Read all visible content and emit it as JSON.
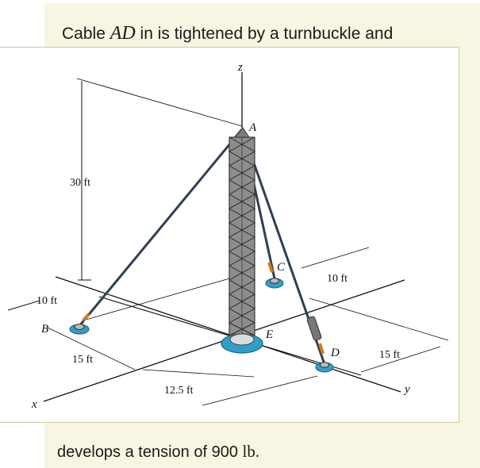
{
  "problem": {
    "top_prefix": "Cable ",
    "top_var": "AD",
    "top_suffix": " in is tightened by a turnbuckle and",
    "bottom_prefix": "develops a tension of 900 ",
    "bottom_unit": "lb."
  },
  "figure": {
    "points": {
      "A": "A",
      "B": "B",
      "C": "C",
      "D": "D",
      "E": "E"
    },
    "axes": {
      "x": "x",
      "y": "y",
      "z": "z"
    },
    "dims": {
      "height": "30 ft",
      "b_offset": "10 ft",
      "b_depth": "15 ft",
      "d_offset": "12.5 ft",
      "c_offset": "10 ft",
      "d_depth": "15 ft"
    }
  }
}
